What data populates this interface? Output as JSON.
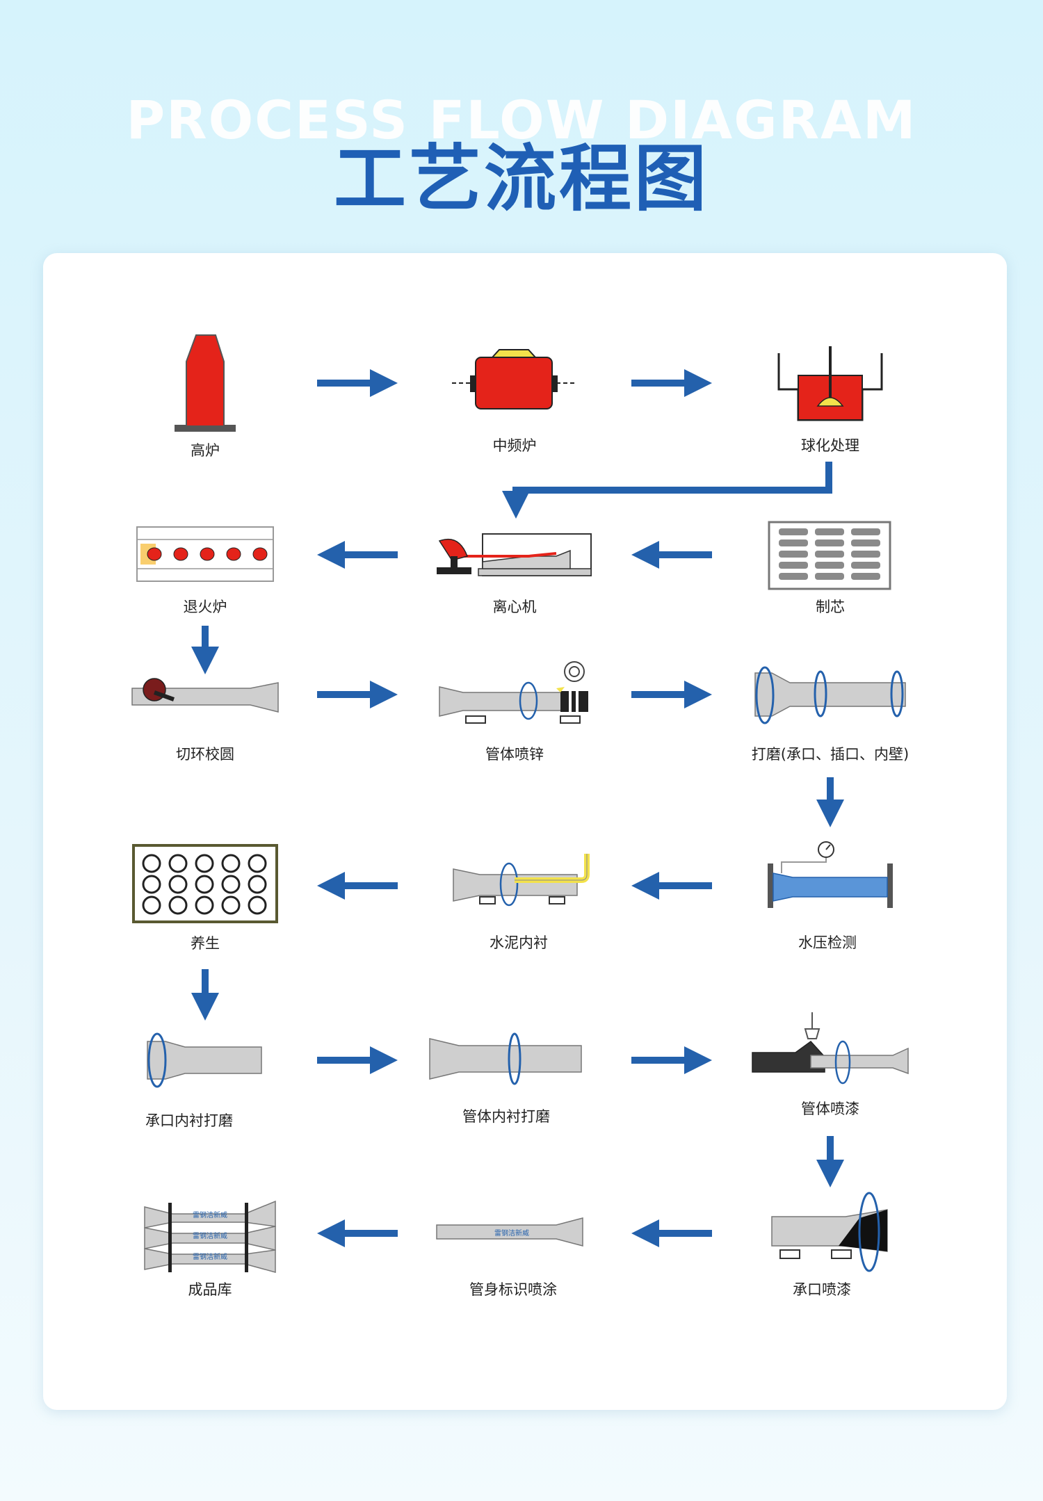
{
  "header": {
    "title_en": "PROCESS FLOW DIAGRAM",
    "title_cn": "工艺流程图"
  },
  "colors": {
    "arrow": "#2461ac",
    "title": "#1f5fb5",
    "pipe": "#cfcfcf",
    "red": "#e02a1d"
  },
  "steps": [
    {
      "label": "高炉"
    },
    {
      "label": "中频炉"
    },
    {
      "label": "球化处理"
    },
    {
      "label": "制芯"
    },
    {
      "label": "离心机"
    },
    {
      "label": "退火炉"
    },
    {
      "label": "切环校圆"
    },
    {
      "label": "管体喷锌"
    },
    {
      "label": "打磨(承口、插口、内壁)"
    },
    {
      "label": "水压检测"
    },
    {
      "label": "水泥内衬"
    },
    {
      "label": "养生"
    },
    {
      "label": "承口内衬打磨"
    },
    {
      "label": "管体内衬打磨"
    },
    {
      "label": "管体喷漆"
    },
    {
      "label": "承口喷漆"
    },
    {
      "label": "管身标识喷涂"
    },
    {
      "label": "成品库"
    }
  ],
  "brand_mark": "雷钢洁新威"
}
